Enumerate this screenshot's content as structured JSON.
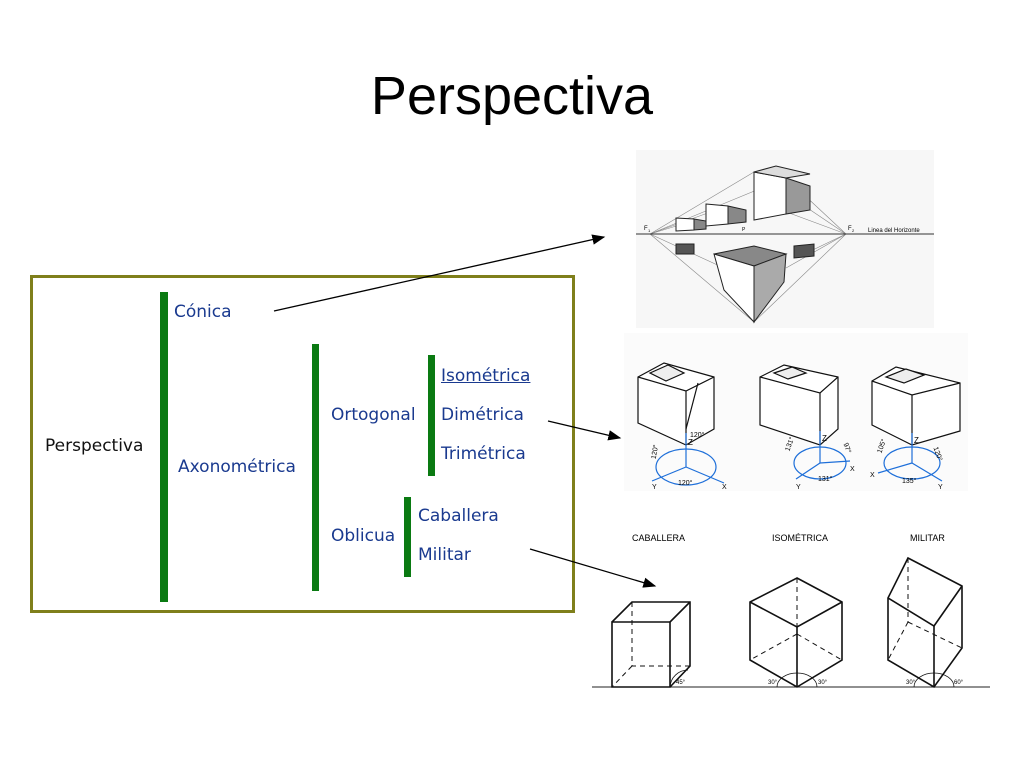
{
  "slide": {
    "title": "Perspectiva"
  },
  "tree": {
    "root": "Perspectiva",
    "conica": "Cónica",
    "axonometrica": "Axonométrica",
    "ortogonal": "Ortogonal",
    "isometrica": "Isométrica",
    "dimetrica": "Dimétrica",
    "trimetrica": "Trimétrica",
    "oblicua": "Oblicua",
    "caballera": "Caballera",
    "militar": "Militar"
  },
  "conic_figure": {
    "f1": "F",
    "f1_sub": "1",
    "p": "P",
    "f2": "F",
    "f2_sub": "2",
    "horizon_label": "Linea del Horizonte"
  },
  "axo_figure": {
    "iso": {
      "top": "120°",
      "left": "120°",
      "bottom": "120°"
    },
    "dim": {
      "left": "131°",
      "right": "97°",
      "bottom": "131°"
    },
    "tri": {
      "left": "105°",
      "right": "120°",
      "bottom": "135°"
    },
    "axes": {
      "x": "X",
      "y": "Y",
      "z": "Z"
    }
  },
  "oblique_figure": {
    "titles": [
      "CABALLERA",
      "ISOMÉTRICA",
      "MILITAR"
    ],
    "angles": {
      "caballera": "45°",
      "iso_left": "30°",
      "iso_right": "30°",
      "mil_left": "30°",
      "mil_right": "60°"
    }
  },
  "colors": {
    "frame": "#7f7f1b",
    "bars": "#0a7a12",
    "labels": "#1a3a8f",
    "axes": "#1e6fd9"
  }
}
